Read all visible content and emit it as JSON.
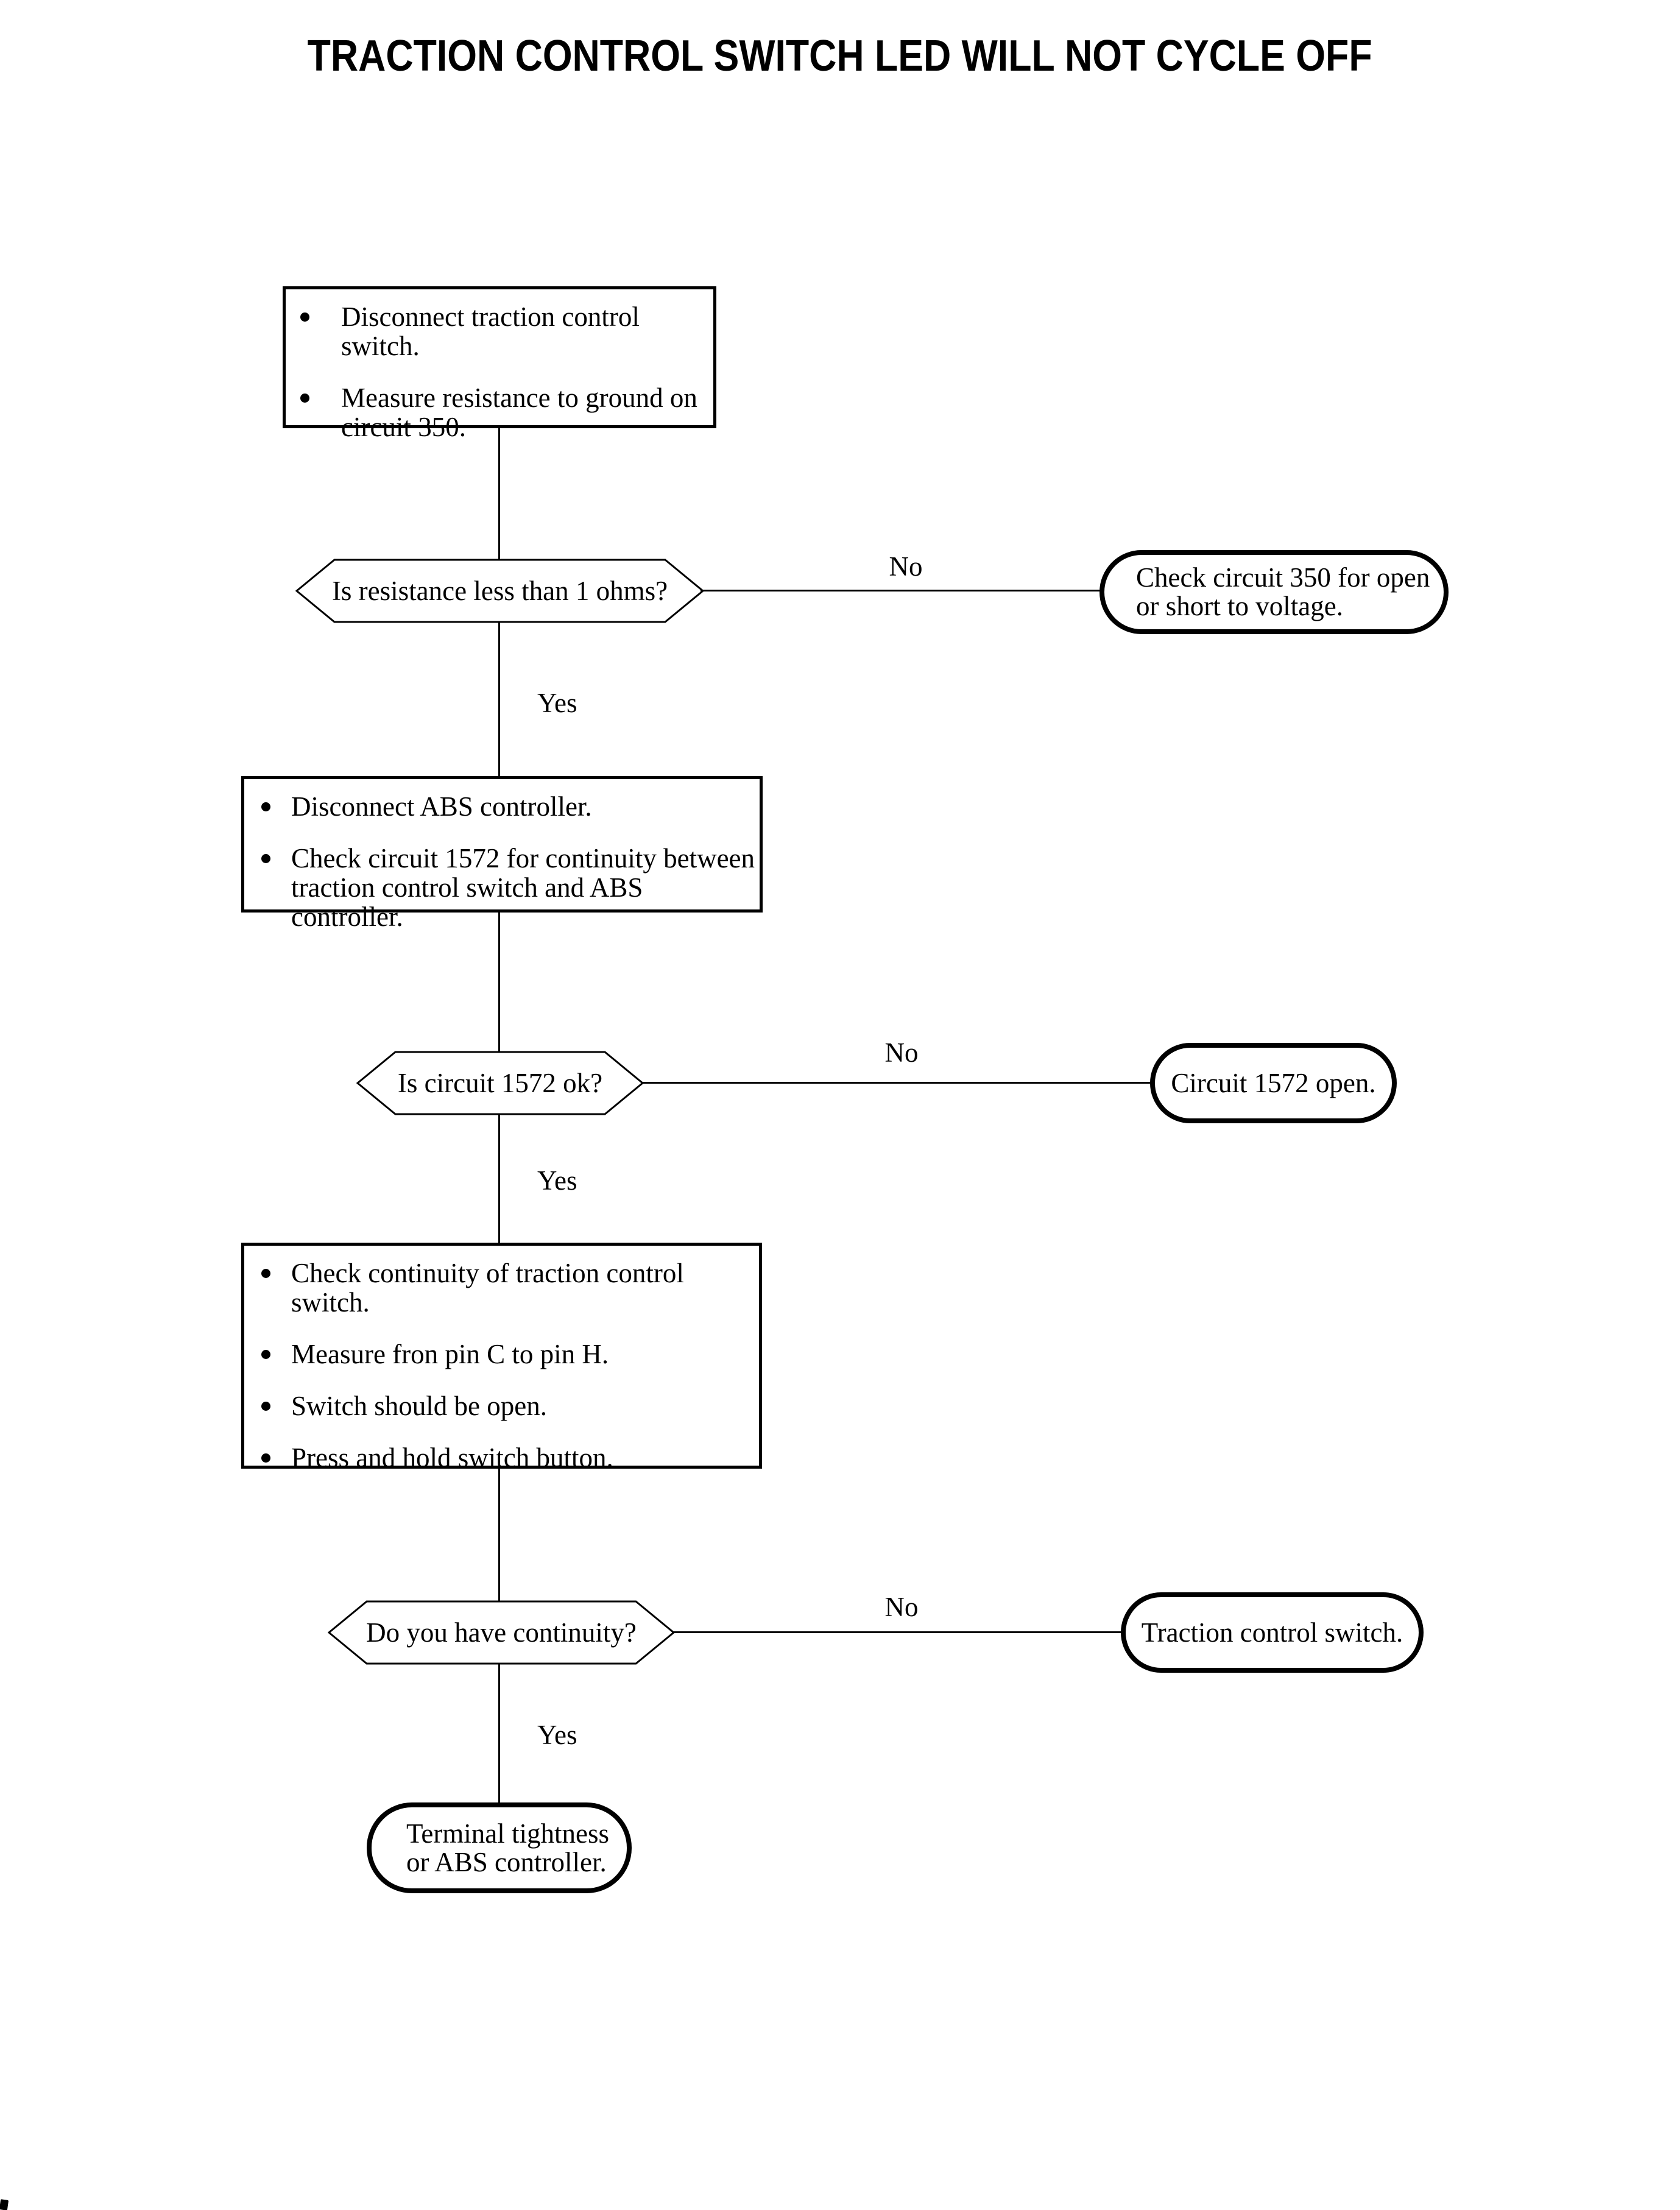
{
  "title": "TRACTION CONTROL SWITCH LED WILL NOT CYCLE OFF",
  "labels": {
    "yes": "Yes",
    "no": "No"
  },
  "colors": {
    "ink": "#000000",
    "background": "#ffffff"
  },
  "steps": [
    {
      "bullets": [
        "Disconnect traction control switch.",
        "Measure resistance to ground on circuit 350."
      ]
    },
    {
      "bullets": [
        "Disconnect ABS controller.",
        "Check circuit 1572 for continuity between traction control switch and ABS controller."
      ]
    },
    {
      "bullets": [
        "Check continuity of traction control switch.",
        "Measure fron pin C to pin H.",
        "Switch should be open.",
        "Press and hold switch button."
      ]
    }
  ],
  "decisions": [
    {
      "question": "Is resistance less than 1 ohms?",
      "no_result": "Check circuit 350 for open or short to voltage."
    },
    {
      "question": "Is circuit 1572 ok?",
      "no_result": "Circuit 1572 open."
    },
    {
      "question": "Do you have continuity?",
      "no_result": "Traction control switch."
    }
  ],
  "final_result": "Terminal tightness or ABS controller."
}
